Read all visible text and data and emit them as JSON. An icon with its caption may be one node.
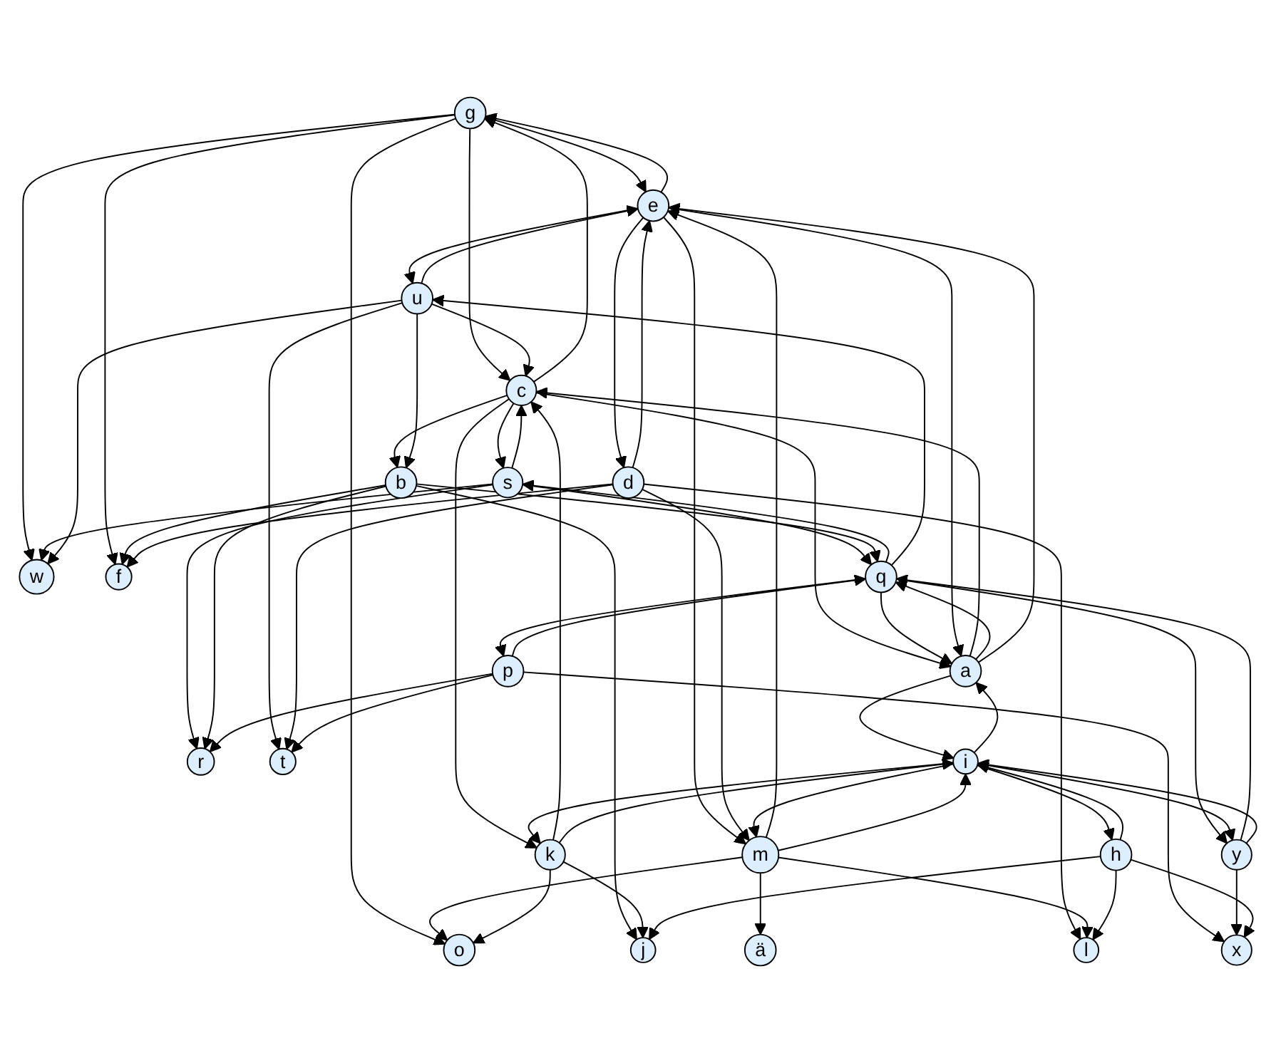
{
  "diagram": {
    "nodes": [
      {
        "text": [
          "w"
        ]
      },
      {
        "text": [
          "g"
        ]
      },
      {
        "text": [
          "o"
        ]
      },
      {
        "text": [
          "c"
        ]
      },
      {
        "text": [
          "f"
        ]
      },
      {
        "text": [
          "s"
        ]
      },
      {
        "text": [
          "e"
        ]
      },
      {
        "text": [
          "u"
        ]
      },
      {
        "text": [
          "k"
        ]
      },
      {
        "text": [
          "b"
        ]
      },
      {
        "text": [
          "a"
        ]
      },
      {
        "text": [
          "m"
        ]
      },
      {
        "text": [
          "d"
        ]
      },
      {
        "text": [
          "ä"
        ]
      },
      {
        "text": [
          "r"
        ]
      },
      {
        "text": [
          "q"
        ]
      },
      {
        "text": [
          "t"
        ]
      },
      {
        "text": [
          "i"
        ]
      },
      {
        "text": [
          "j"
        ]
      },
      {
        "text": [
          "l"
        ]
      },
      {
        "text": [
          "p"
        ]
      },
      {
        "text": [
          "y"
        ]
      },
      {
        "text": [
          "h"
        ]
      },
      {
        "text": [
          "x"
        ]
      }
    ],
    "edges": [
      {
        "from": 1,
        "to": 0,
        "arrow": "to"
      },
      {
        "from": 1,
        "to": 2,
        "arrow": "to"
      },
      {
        "from": 1,
        "to": 4,
        "arrow": "to"
      },
      {
        "from": 1,
        "to": 6,
        "arrow": "to"
      },
      {
        "from": 6,
        "to": 1,
        "arrow": "to"
      },
      {
        "from": 3,
        "to": 1,
        "arrow": "to"
      },
      {
        "from": 1,
        "to": 3,
        "arrow": "to"
      },
      {
        "from": 5,
        "to": 0,
        "arrow": "to"
      },
      {
        "from": 7,
        "to": 0,
        "arrow": "to"
      },
      {
        "from": 5,
        "to": 3,
        "arrow": "to"
      },
      {
        "from": 3,
        "to": 5,
        "arrow": "to"
      },
      {
        "from": 5,
        "to": 14,
        "arrow": "to"
      },
      {
        "from": 5,
        "to": 15,
        "arrow": "to"
      },
      {
        "from": 15,
        "to": 5,
        "arrow": "to"
      },
      {
        "from": 3,
        "to": 10,
        "arrow": "to"
      },
      {
        "from": 10,
        "to": 3,
        "arrow": "to"
      },
      {
        "from": 3,
        "to": 8,
        "arrow": "to"
      },
      {
        "from": 8,
        "to": 3,
        "arrow": "to"
      },
      {
        "from": 7,
        "to": 3,
        "arrow": "to"
      },
      {
        "from": 3,
        "to": 9,
        "arrow": "to"
      },
      {
        "from": 7,
        "to": 6,
        "arrow": "to"
      },
      {
        "from": 6,
        "to": 7,
        "arrow": "to"
      },
      {
        "from": 7,
        "to": 9,
        "arrow": "to"
      },
      {
        "from": 7,
        "to": 16,
        "arrow": "to"
      },
      {
        "from": 9,
        "to": 18,
        "arrow": "to"
      },
      {
        "from": 9,
        "to": 4,
        "arrow": "to"
      },
      {
        "from": 9,
        "to": 14,
        "arrow": "to"
      },
      {
        "from": 9,
        "to": 15,
        "arrow": "to"
      },
      {
        "from": 15,
        "to": 7,
        "arrow": "to"
      },
      {
        "from": 10,
        "to": 15,
        "arrow": "to"
      },
      {
        "from": 15,
        "to": 10,
        "arrow": "to"
      },
      {
        "from": 10,
        "to": 6,
        "arrow": "to"
      },
      {
        "from": 6,
        "to": 10,
        "arrow": "to"
      },
      {
        "from": 10,
        "to": 17,
        "arrow": "to"
      },
      {
        "from": 17,
        "to": 10,
        "arrow": "to"
      },
      {
        "from": 6,
        "to": 12,
        "arrow": "to"
      },
      {
        "from": 12,
        "to": 6,
        "arrow": "to"
      },
      {
        "from": 12,
        "to": 4,
        "arrow": "to"
      },
      {
        "from": 6,
        "to": 11,
        "arrow": "to"
      },
      {
        "from": 11,
        "to": 6,
        "arrow": "to"
      },
      {
        "from": 11,
        "to": 2,
        "arrow": "to"
      },
      {
        "from": 8,
        "to": 2,
        "arrow": "to"
      },
      {
        "from": 8,
        "to": 18,
        "arrow": "to"
      },
      {
        "from": 8,
        "to": 17,
        "arrow": "to"
      },
      {
        "from": 17,
        "to": 8,
        "arrow": "to"
      },
      {
        "from": 12,
        "to": 11,
        "arrow": "to"
      },
      {
        "from": 12,
        "to": 16,
        "arrow": "to"
      },
      {
        "from": 12,
        "to": 19,
        "arrow": "to"
      },
      {
        "from": 11,
        "to": 13,
        "arrow": "to"
      },
      {
        "from": 11,
        "to": 19,
        "arrow": "to"
      },
      {
        "from": 17,
        "to": 11,
        "arrow": "to"
      },
      {
        "from": 11,
        "to": 17,
        "arrow": "to"
      },
      {
        "from": 22,
        "to": 18,
        "arrow": "to"
      },
      {
        "from": 20,
        "to": 16,
        "arrow": "to"
      },
      {
        "from": 20,
        "to": 14,
        "arrow": "to"
      },
      {
        "from": 20,
        "to": 23,
        "arrow": "to"
      },
      {
        "from": 20,
        "to": 15,
        "arrow": "to"
      },
      {
        "from": 15,
        "to": 20,
        "arrow": "to"
      },
      {
        "from": 15,
        "to": 21,
        "arrow": "to"
      },
      {
        "from": 21,
        "to": 15,
        "arrow": "to"
      },
      {
        "from": 21,
        "to": 23,
        "arrow": "to"
      },
      {
        "from": 21,
        "to": 17,
        "arrow": "to"
      },
      {
        "from": 17,
        "to": 21,
        "arrow": "to"
      },
      {
        "from": 22,
        "to": 17,
        "arrow": "to"
      },
      {
        "from": 17,
        "to": 22,
        "arrow": "to"
      },
      {
        "from": 22,
        "to": 19,
        "arrow": "to"
      },
      {
        "from": 22,
        "to": 23,
        "arrow": "to"
      }
    ]
  }
}
